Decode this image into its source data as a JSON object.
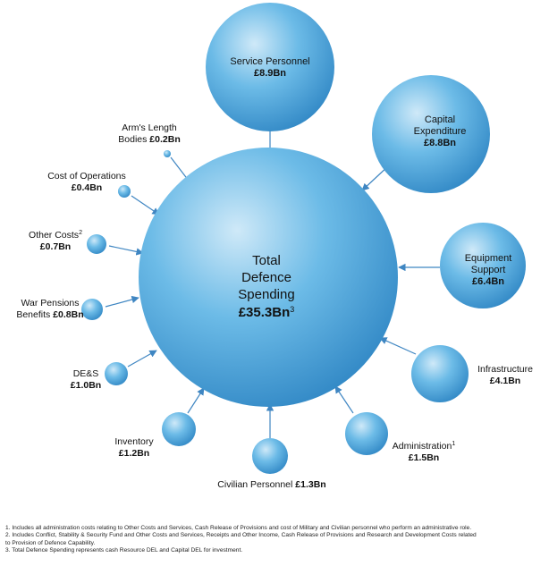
{
  "chart_data": {
    "type": "bubble",
    "title": "",
    "total": {
      "label_lines": [
        "Total",
        "Defence",
        "Spending"
      ],
      "value": "£35.3Bn",
      "footnote_mark": "3"
    },
    "items": [
      {
        "label_lines": [
          "Service Personnel"
        ],
        "value": "£8.9Bn",
        "amount": 8.9,
        "sup": ""
      },
      {
        "label_lines": [
          "Capital",
          "Expenditure"
        ],
        "value": "£8.8Bn",
        "amount": 8.8,
        "sup": ""
      },
      {
        "label_lines": [
          "Equipment",
          "Support"
        ],
        "value": "£6.4Bn",
        "amount": 6.4,
        "sup": ""
      },
      {
        "label_lines": [
          "Infrastructure"
        ],
        "value": "£4.1Bn",
        "amount": 4.1,
        "sup": ""
      },
      {
        "label_lines": [
          "Administration"
        ],
        "value": "£1.5Bn",
        "amount": 1.5,
        "sup": "1"
      },
      {
        "label_lines": [
          "Civilian Personnel"
        ],
        "value": "£1.3Bn",
        "amount": 1.3,
        "sup": ""
      },
      {
        "label_lines": [
          "Inventory"
        ],
        "value": "£1.2Bn",
        "amount": 1.2,
        "sup": ""
      },
      {
        "label_lines": [
          "DE&S"
        ],
        "value": "£1.0Bn",
        "amount": 1.0,
        "sup": ""
      },
      {
        "label_lines": [
          "War Pensions",
          "Benefits"
        ],
        "value": "£0.8Bn",
        "amount": 0.8,
        "sup": ""
      },
      {
        "label_lines": [
          "Other Costs"
        ],
        "value": "£0.7Bn",
        "amount": 0.7,
        "sup": "2"
      },
      {
        "label_lines": [
          "Cost of Operations"
        ],
        "value": "£0.4Bn",
        "amount": 0.4,
        "sup": ""
      },
      {
        "label_lines": [
          "Arm's Length",
          "Bodies"
        ],
        "value": "£0.2Bn",
        "amount": 0.2,
        "sup": ""
      }
    ]
  },
  "colors": {
    "bubble_light": "#cfe9f8",
    "bubble_mid": "#5eb2e2",
    "bubble_dark": "#2f86c4",
    "arrow": "#3f86c2"
  },
  "footnotes": [
    "1. Includes all administration costs relating to Other Costs and Services, Cash Release of Provisions and cost of Military and Civilian personnel who perform an administrative role.",
    "2. Includes  Conflict, Stability & Security Fund  and Other Costs and Services, Receipts and Other Income, Cash Release of Provisions and Research and Development Costs related",
    "to Provision of Defence Capability.",
    "3. Total Defence Spending represents cash Resource DEL and Capital DEL for investment."
  ]
}
